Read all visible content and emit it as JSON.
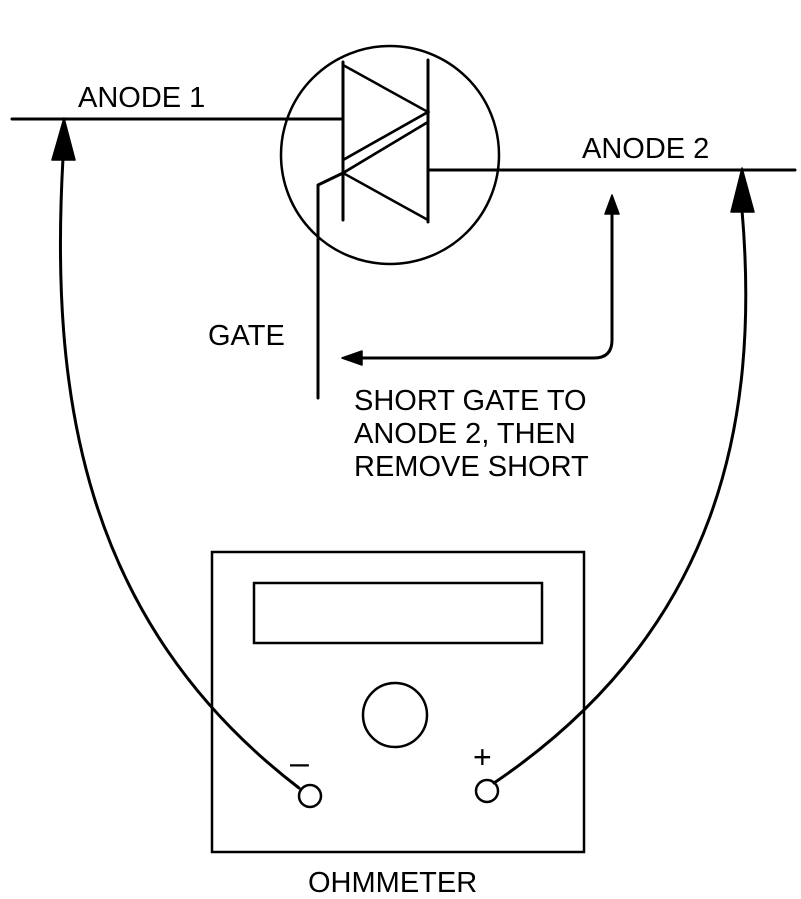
{
  "labels": {
    "anode1": "ANODE 1",
    "anode2": "ANODE 2",
    "gate": "GATE",
    "instruction_line1": "SHORT GATE TO",
    "instruction_line2": "ANODE 2, THEN",
    "instruction_line3": "REMOVE SHORT",
    "meter_name": "OHMMETER",
    "minus_terminal": "–",
    "plus_terminal": "+"
  },
  "colors": {
    "ink": "#000000",
    "background": "#ffffff"
  }
}
